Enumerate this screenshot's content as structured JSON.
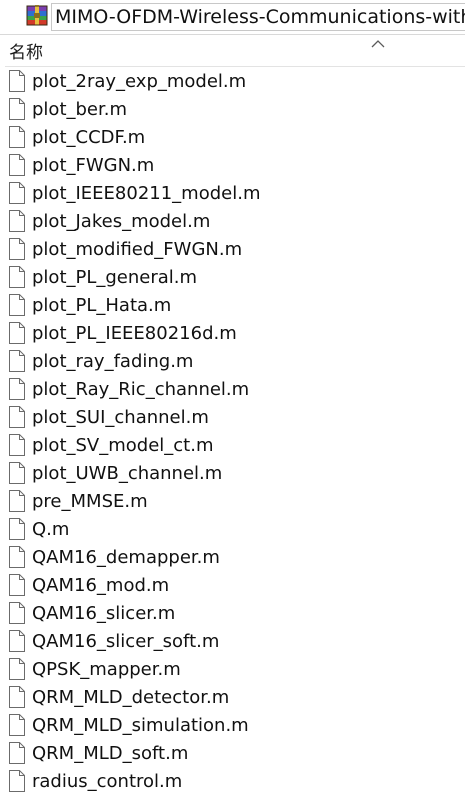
{
  "window": {
    "path": "MIMO-OFDM-Wireless-Communications-with-MATLAB"
  },
  "header": {
    "name_column": "名称"
  },
  "icons": {
    "archive": "archive-icon",
    "file": "document-icon",
    "sort": "chevron-up-icon"
  },
  "files": [
    {
      "name": "plot_2ray_exp_model.m"
    },
    {
      "name": "plot_ber.m"
    },
    {
      "name": "plot_CCDF.m"
    },
    {
      "name": "plot_FWGN.m"
    },
    {
      "name": "plot_IEEE80211_model.m"
    },
    {
      "name": "plot_Jakes_model.m"
    },
    {
      "name": "plot_modified_FWGN.m"
    },
    {
      "name": "plot_PL_general.m"
    },
    {
      "name": "plot_PL_Hata.m"
    },
    {
      "name": "plot_PL_IEEE80216d.m"
    },
    {
      "name": "plot_ray_fading.m"
    },
    {
      "name": "plot_Ray_Ric_channel.m"
    },
    {
      "name": "plot_SUI_channel.m"
    },
    {
      "name": "plot_SV_model_ct.m"
    },
    {
      "name": "plot_UWB_channel.m"
    },
    {
      "name": "pre_MMSE.m"
    },
    {
      "name": "Q.m"
    },
    {
      "name": "QAM16_demapper.m"
    },
    {
      "name": "QAM16_mod.m"
    },
    {
      "name": "QAM16_slicer.m"
    },
    {
      "name": "QAM16_slicer_soft.m"
    },
    {
      "name": "QPSK_mapper.m"
    },
    {
      "name": "QRM_MLD_detector.m"
    },
    {
      "name": "QRM_MLD_simulation.m"
    },
    {
      "name": "QRM_MLD_soft.m"
    },
    {
      "name": "radius_control.m"
    }
  ]
}
